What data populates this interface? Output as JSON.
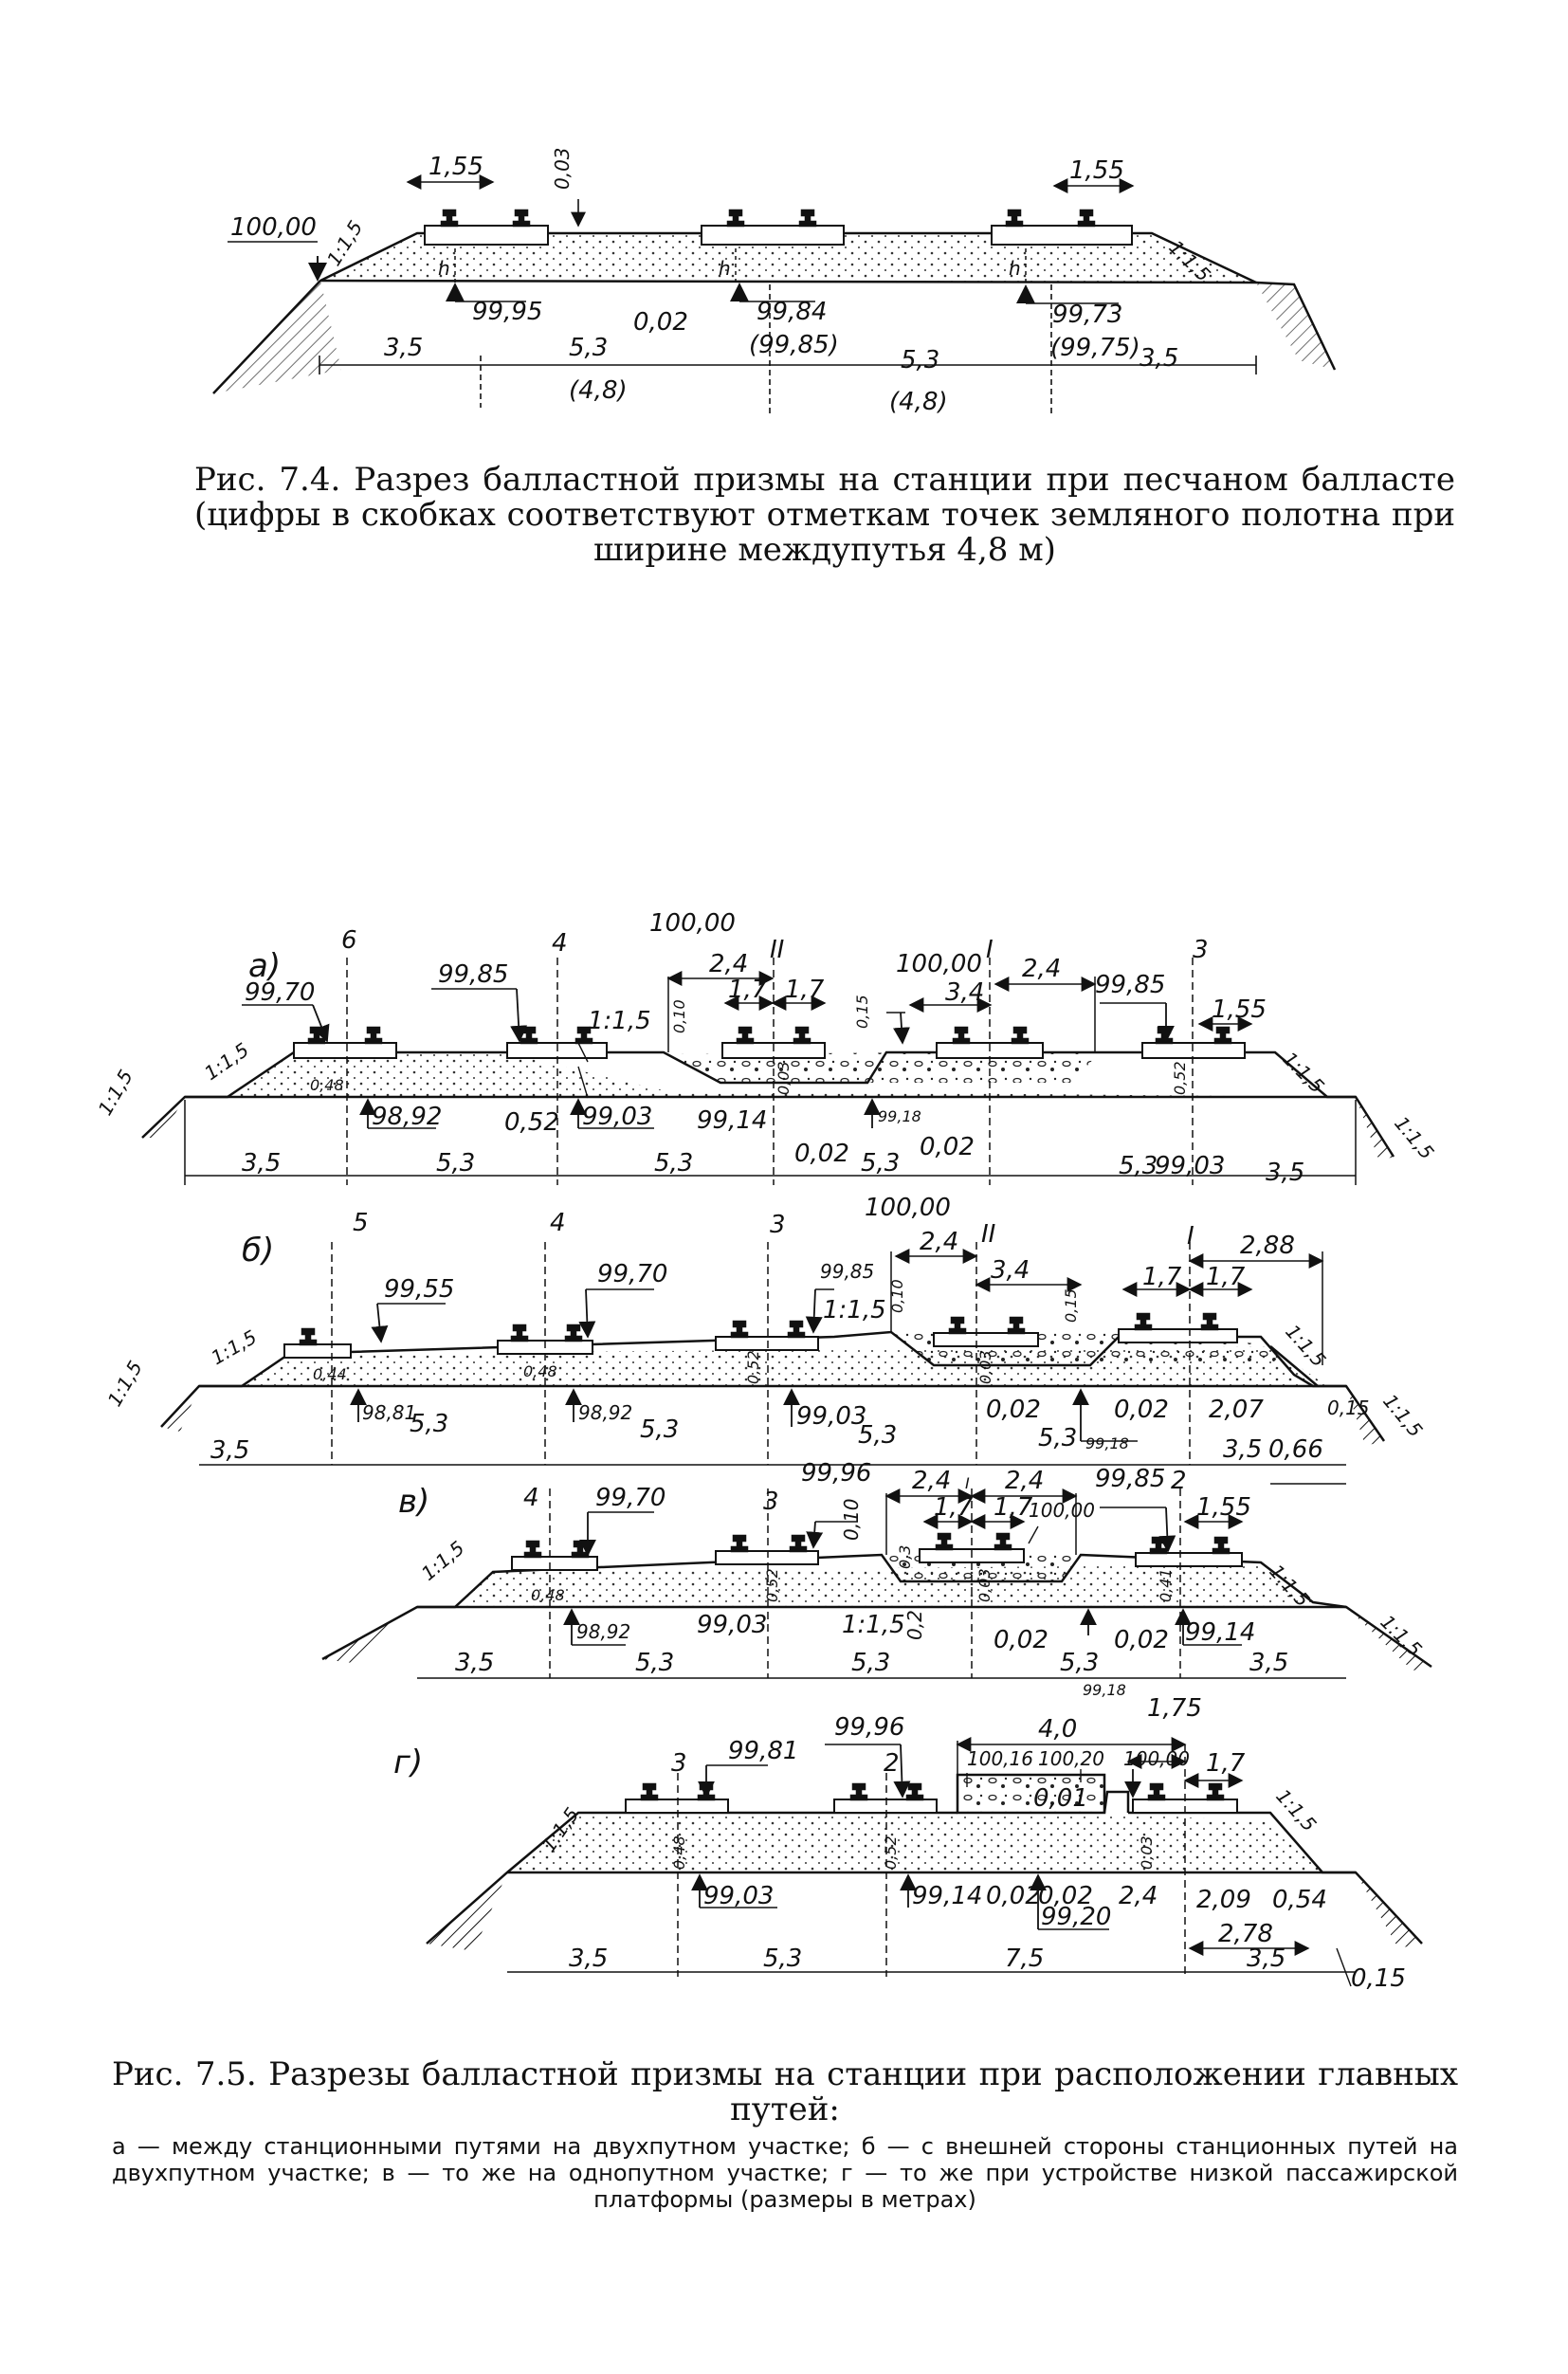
{
  "fig74": {
    "labels": {
      "d155a": "1,55",
      "d003": "0,03",
      "d155b": "1,55",
      "e10000": "100,00",
      "sL": "1:1,5",
      "sR": "1:1,5",
      "hA": "h",
      "hB": "h",
      "hC": "h",
      "e9995": "99,95",
      "d002": "0,02",
      "e9984": "99,84",
      "e9985p": "(99,85)",
      "e9973": "99,73",
      "e9975p": "(99,75)",
      "d35a": "3,5",
      "d53a": "5,3",
      "d48a": "(4,8)",
      "d53b": "5,3",
      "d48b": "(4,8)",
      "d35b": "3,5"
    },
    "caption": "Рис. 7.4. Разрез балластной призмы на станции при песчаном балласте (цифры в скобках соответствуют отметкам точек земляного полотна при ширине междупутья 4,8 м)"
  },
  "fig75": {
    "a": {
      "tag": "а)",
      "t6": "6",
      "t4": "4",
      "t2": "II",
      "t1": "I",
      "t3": "3",
      "e9970": "99,70",
      "e9985": "99,85",
      "e10000a": "100,00",
      "d24a": "2,4",
      "s15m": "1:1,5",
      "e10000b": "100,00",
      "d24b": "2,4",
      "e9985b": "99,85",
      "d010": "0,10",
      "d17a": "1,7",
      "d17b": "1,7",
      "d015": "0,15",
      "d34": "3,4",
      "d155": "1,55",
      "sL": "1:1,5",
      "sR": "1:1,5",
      "d048": "0,48",
      "d003": "0,03",
      "d052r": "0,52",
      "e9892": "98,92",
      "d052": "0,52",
      "e9903": "99,03",
      "e9914": "99,14",
      "e9918": "99,18",
      "d002a": "0,02",
      "d002b": "0,02",
      "d35a": "3,5",
      "d53a": "5,3",
      "d53b": "5,3",
      "d53c": "5,3",
      "d53d": "5,3",
      "e9903b": "99,03",
      "d35b": "3,5",
      "gsL": "1:1,5",
      "gsR": "1:1,5"
    },
    "b": {
      "tag": "б)",
      "t5": "5",
      "t4": "4",
      "t3": "3",
      "t2": "II",
      "t1": "I",
      "e9955": "99,55",
      "e9970": "99,70",
      "e10000": "100,00",
      "d24": "2,4",
      "d288": "2,88",
      "e9985": "99,85",
      "s15m": "1:1,5",
      "d010": "0,10",
      "d34": "3,4",
      "d015": "0,15",
      "d17a": "1,7",
      "d17b": "1,7",
      "sL": "1:1,5",
      "sR": "1:1,5",
      "d044": "0,44",
      "d048": "0,48",
      "d052": "0,52",
      "d003": "0,03",
      "e9881": "98,81",
      "e9892": "98,92",
      "e9903": "99,03",
      "d002a": "0,02",
      "d002b": "0,02",
      "d207": "2,07",
      "d015b": "0,15",
      "d35a": "3,5",
      "d53a": "5,3",
      "d53b": "5,3",
      "d53c": "5,3",
      "d53d": "5,3",
      "e9918": "99,18",
      "d35b": "3,5",
      "d066": "0,66",
      "gsL": "1:1,5",
      "gsR": "1:1,5"
    },
    "v": {
      "tag": "в)",
      "t4": "4",
      "t3": "3",
      "t1": "I",
      "t2": "2",
      "e9970": "99,70",
      "e9996": "99,96",
      "d24a": "2,4",
      "d24b": "2,4",
      "e9985": "99,85",
      "d155": "1,55",
      "d010": "0,10",
      "d17a": "1,7",
      "d17b": "1,7",
      "e10000": "100,00",
      "d03": "0,3",
      "sL": "1:1,5",
      "sR": "1:1,5",
      "d048": "0,48",
      "d052": "0,52",
      "d003": "0,03",
      "d041": "0,41",
      "e9892": "98,92",
      "e9903": "99,03",
      "s15m": "1:1,5",
      "d02": "0,2",
      "d002a": "0,02",
      "d002b": "0,02",
      "e9914": "99,14",
      "d35a": "3,5",
      "d53a": "5,3",
      "d53b": "5,3",
      "d53c": "5,3",
      "d35b": "3,5",
      "gsR": "1:1,5"
    },
    "g": {
      "tag": "г)",
      "t3": "3",
      "t2": "2",
      "e9981": "99,81",
      "e9996": "99,96",
      "d40": "4,0",
      "e9918": "99,18",
      "d175": "1,75",
      "e10016": "100,16",
      "e10020": "100,20",
      "e10000": "100,00",
      "d17": "1,7",
      "d001": "0,01",
      "sL": "1:1,5",
      "sR": "1:1,5",
      "d048": "0,48",
      "d052": "0,52",
      "d003": "0,03",
      "e9903": "99,03",
      "e9914": "99,14",
      "d002a": "0,02",
      "d002b": "0,02",
      "d24": "2,4",
      "d209": "2,09",
      "d054": "0,54",
      "e9920": "99,20",
      "d278": "2,78",
      "d35a": "3,5",
      "d53": "5,3",
      "d75": "7,5",
      "d35b": "3,5",
      "d015": "0,15"
    },
    "caption": "Рис. 7.5. Разрезы балластной призмы на станции при расположении главных путей:",
    "legend": "а — между станционными путями на двухпутном участке; б — с внешней стороны станционных путей на двухпутном участке; в — то же на однопутном участке; г — то же при устройстве низкой пассажирской платформы (размеры в метрах)"
  }
}
